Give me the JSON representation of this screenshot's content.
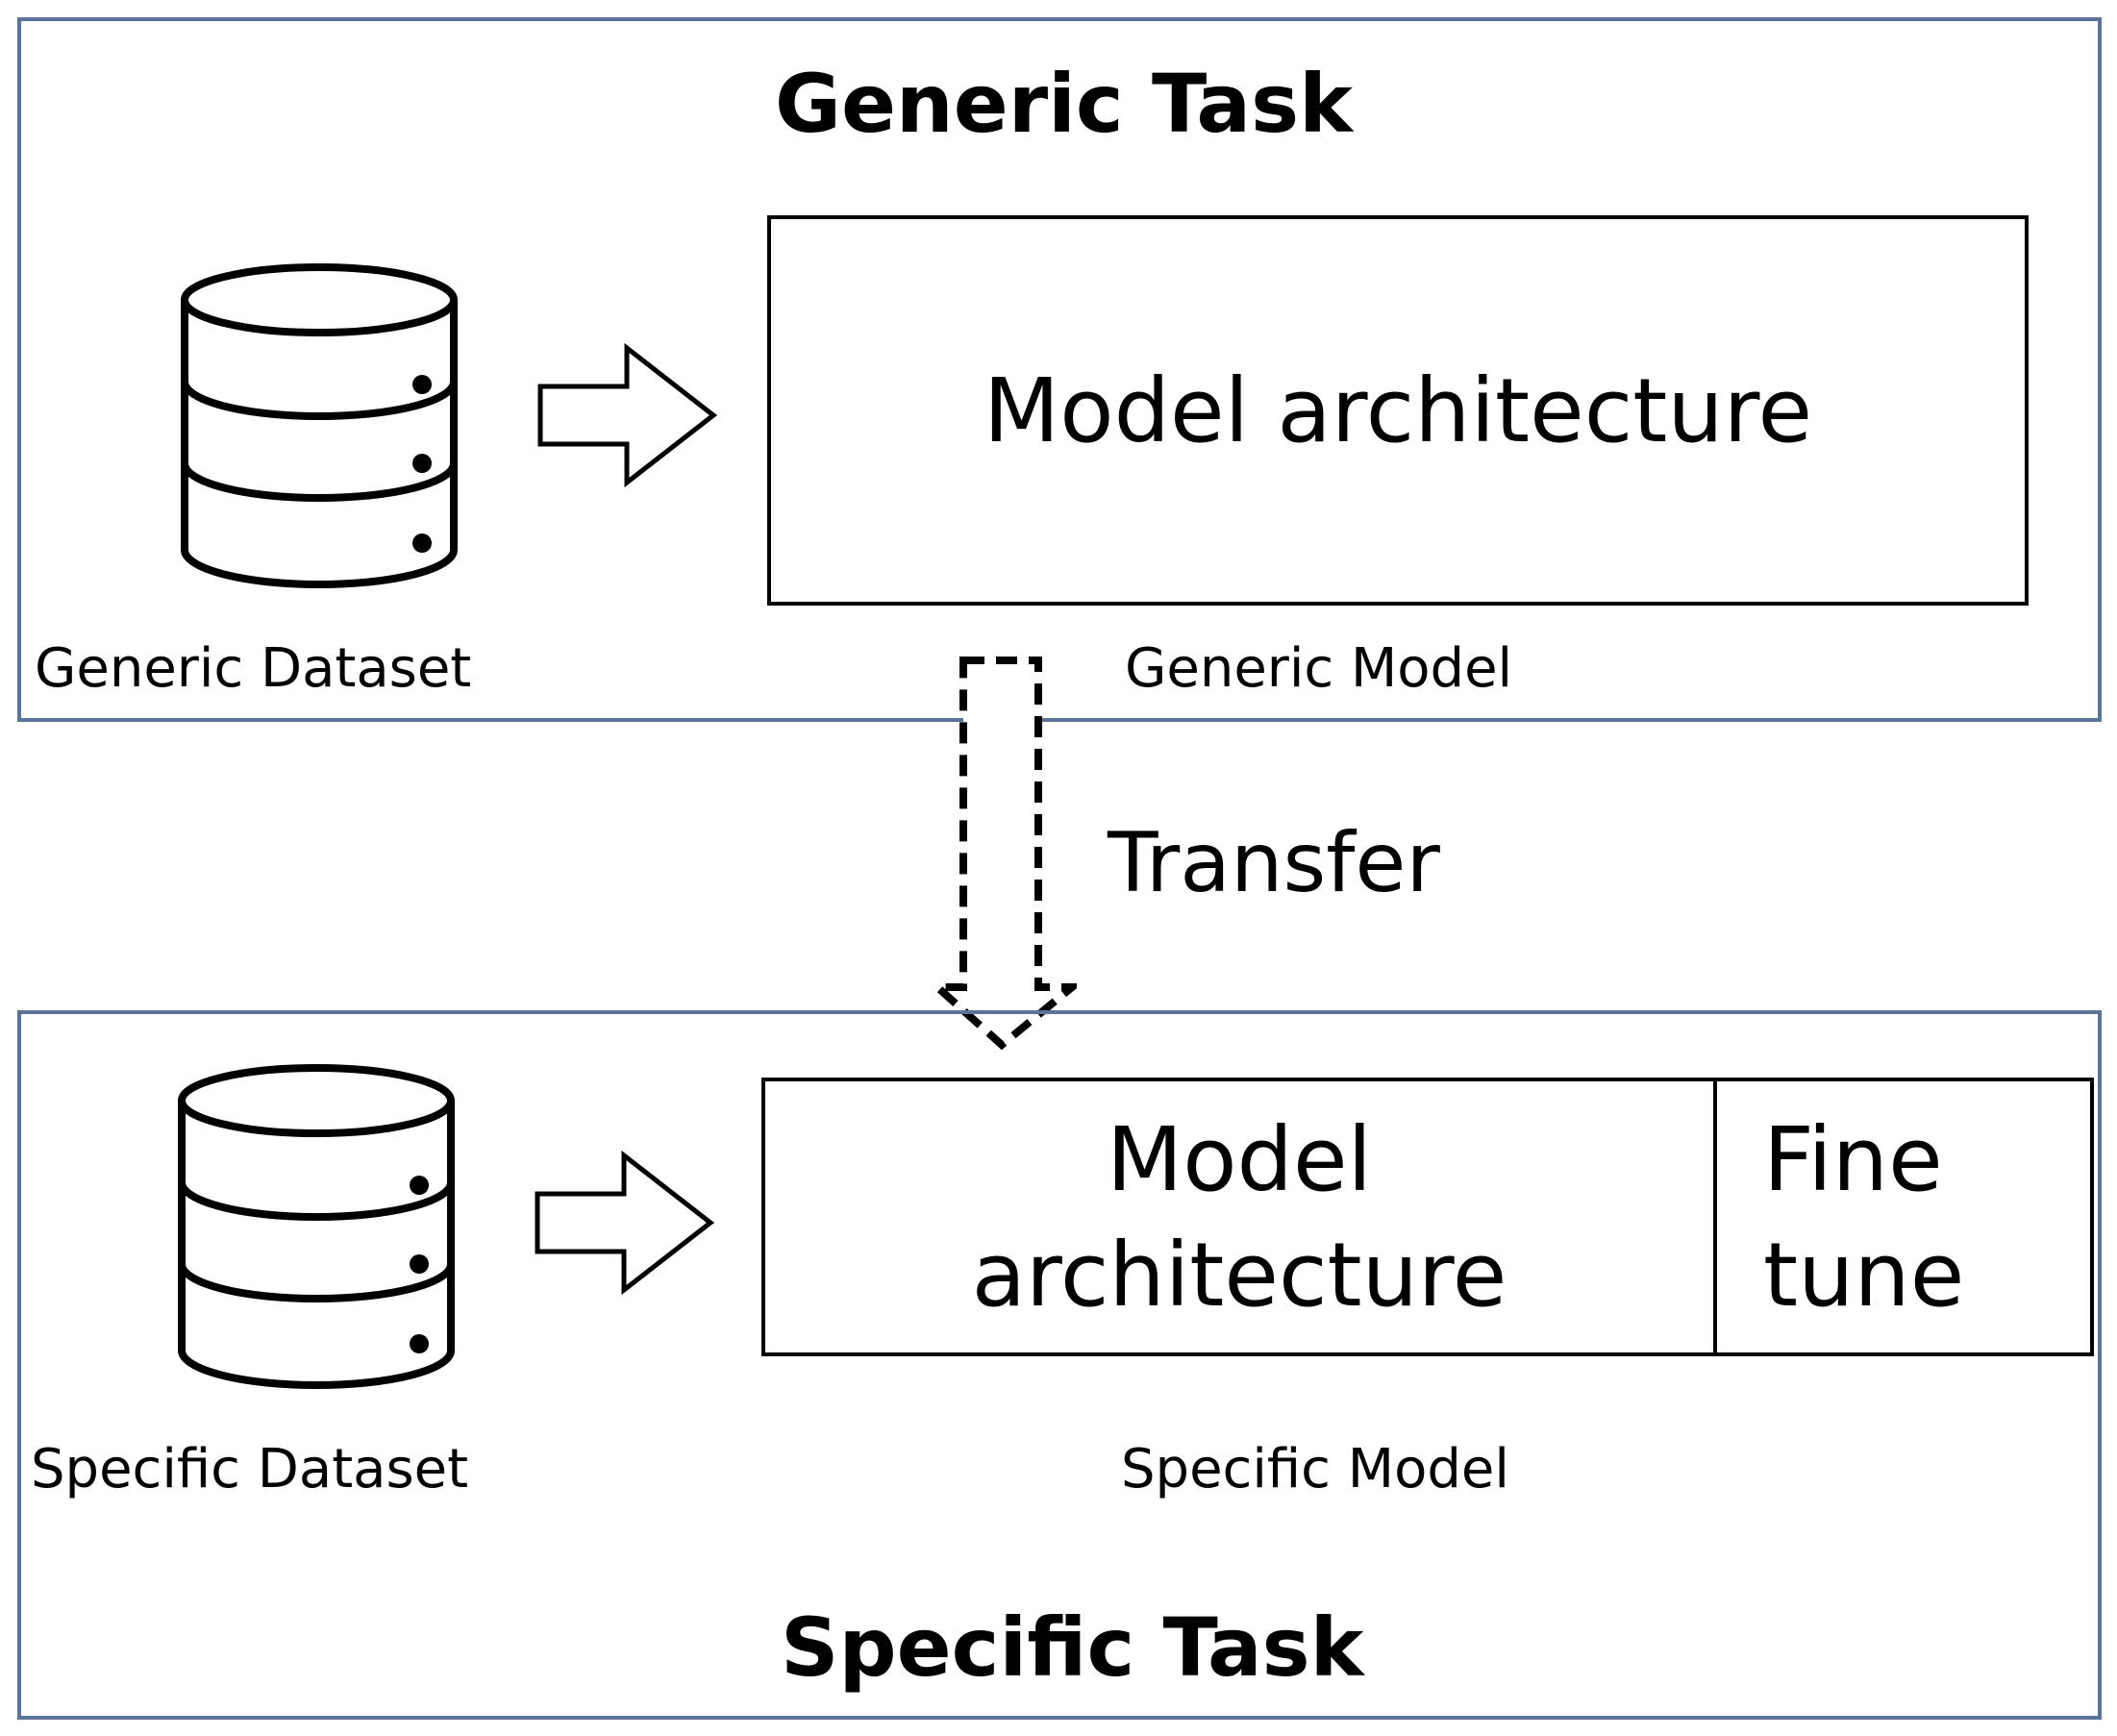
{
  "generic_task": {
    "title": "Generic Task",
    "dataset_label": "Generic Dataset",
    "model_label": "Generic Model",
    "model_box_text": "Model architecture"
  },
  "transfer": {
    "label": "Transfer"
  },
  "specific_task": {
    "title": "Specific Task",
    "dataset_label": "Specific Dataset",
    "model_label": "Specific Model",
    "model_box_line1": "Model",
    "model_box_line2": "architecture",
    "fine_tune_line1": "Fine",
    "fine_tune_line2": "tune"
  },
  "colors": {
    "panel_border": "#5b7396",
    "stroke": "#000000"
  },
  "icons": {
    "dataset": "database-icon",
    "flow": "right-arrow-icon",
    "transfer": "dashed-down-arrow-icon"
  }
}
